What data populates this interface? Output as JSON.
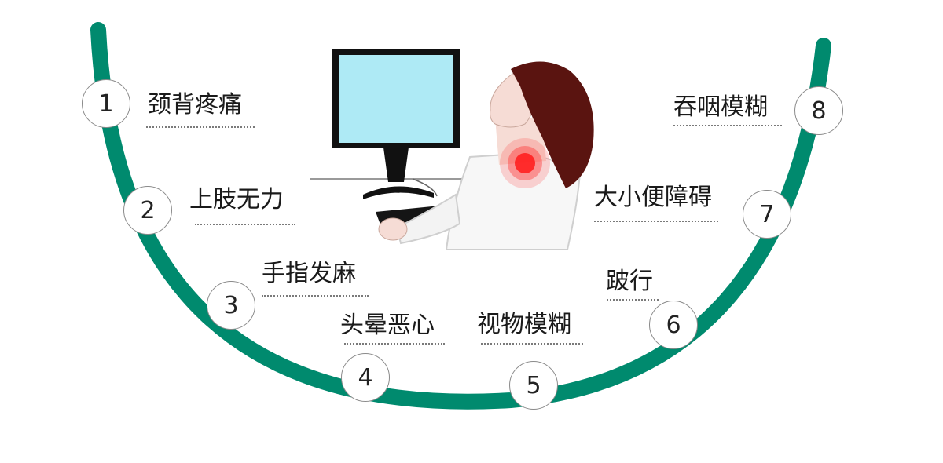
{
  "symptoms": [
    {
      "number": "1",
      "label": "颈背疼痛"
    },
    {
      "number": "2",
      "label": "上肢无力"
    },
    {
      "number": "3",
      "label": "手指发麻"
    },
    {
      "number": "4",
      "label": "头晕恶心"
    },
    {
      "number": "5",
      "label": "视物模糊"
    },
    {
      "number": "6",
      "label": "跛行"
    },
    {
      "number": "7",
      "label": "大小便障碍"
    },
    {
      "number": "8",
      "label": "吞咽模糊"
    }
  ],
  "colors": {
    "arc": "#008a6e",
    "pain_spot": "#ff1a1a",
    "screen": "#aeeaf5",
    "hair": "#5a1410",
    "skin": "#f6dcd5"
  }
}
